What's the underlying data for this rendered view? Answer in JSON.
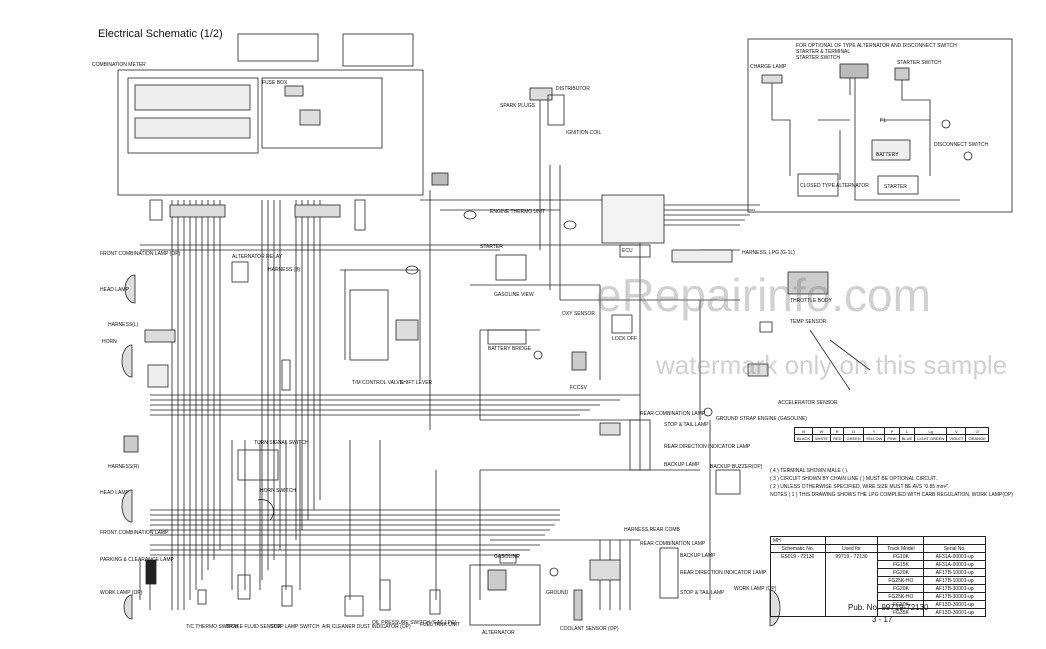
{
  "title": "Electrical Schematic (1/2)",
  "watermark": {
    "site": "eRepairinfo.com",
    "note": "watermark only on this sample"
  },
  "inset": {
    "caption": "FOR OPTIONAL OF TYPE ALTERNATOR AND DISCONNECT SWITCH",
    "caption2": "STARTER & TERMINAL",
    "caption3": "STARTER SWITCH",
    "labels": {
      "charge_lamp": "CHARGE LAMP",
      "starter_switch": "STARTER SWITCH",
      "battery": "BATTERY",
      "disconnect_switch": "DISCONNECT SWITCH",
      "closed_alternator": "CLOSED TYPE ALTERNATOR",
      "starter": "STARTER",
      "fuse": "F.L"
    }
  },
  "labels": {
    "front_combination_lamp_top": "FRONT COMBINATION LAMP (OP)",
    "head_lamp_top": "HEAD LAMP",
    "harness_top": "HARNESS(L)",
    "horn": "HORN",
    "harness_mid": "HARNESS(R)",
    "head_lamp_bottom": "HEAD LAMP",
    "front_combination_lamp_bottom": "FRONT COMBINATION LAMP",
    "parking_lamp": "PARKING & CLEARANCE LAMP",
    "work_lamp_left": "WORK LAMP (OP)",
    "alternator_relay": "ALTERNATOR RELAY",
    "harness_b": "HARNESS (B)",
    "turn_signal_switch": "TURN SIGNAL SWITCH",
    "horn_switch": "HORN SWITCH",
    "tm_control_valve": "T/M CONTROL VALVE",
    "shift_lever": "SHIFT LEVER",
    "engine_thermo_unit": "ENGINE THERMO UNIT",
    "starter": "STARTER",
    "gasoline_view": "GASOLINE VIEW",
    "battery_bridge": "BATTERY BRIDGE",
    "spark_plugs": "SPARK PLUGS",
    "distributor": "DISTRIBUTOR",
    "ignition_coil": "IGNITION COIL",
    "ecu": "ECU",
    "harness_lpg": "HARNESS, LPG (G-1L)",
    "throttle_body": "THROTTLE BODY",
    "temp_sensor": "TEMP SENSOR",
    "oxy_sensor": "OXY SENSOR",
    "lock_off": "LOCK OFF",
    "fccsv": "FCCSV",
    "accelerator_sensor": "ACCELERATOR SENSOR",
    "rear_combination_lamp": "REAR COMBINATION LAMP",
    "stop_tail_lamp": "STOP & TAIL LAMP",
    "rear_direction_indicator": "REAR DIRECTION INDICATOR LAMP",
    "backup_lamp": "BACKUP LAMP",
    "backup_buzzer": "BACKUP BUZZER(OP)",
    "ground_strap": "GROUND STRAP ENGINE (GASOLINE)",
    "harness_rear_comb": "HARNESS,REAR COMB",
    "rear_combination_lamp_2": "REAR COMBINATION LAMP",
    "backup_lamp_2": "BACKUP LAMP",
    "rear_direction_2": "REAR DIRECTION INDICATOR LAMP",
    "stop_tail_2": "STOP & TAIL LAMP",
    "work_lamp_right": "WORK LAMP (OP)",
    "gasoline": "GASOLINE",
    "ground": "GROUND",
    "alternator": "ALTERNATOR",
    "coolant_sensor": "COOLANT SENSOR (OP)",
    "fuel_tank_unit": "FUEL TANK UNIT",
    "oil_pressure_switch": "OIL PRESSURE SWITCH (GAS.LPG)",
    "air_cleaner_indicator": "AIR CLEANER DUST INDICATOR (OP)",
    "stop_lamp_switch": "STOP LAMP SWITCH",
    "brake_fluid_sensor": "BRAKE FLUID SENSOR",
    "tc_thermo_switch": "T/C THERMO SWITCH",
    "combination_meter": "COMBINATION METER",
    "fuse_box": "FUSE BOX"
  },
  "notes": [
    "( 4 )  TERMINAL SHOWN MALE ( ).",
    "( 3 )  CIRCUIT SHOWN BY CHAIN LINE (        ) MUST BE OPTIONAL CIRCUIT.",
    "( 2 )  UNLESS OTHERWISE SPECIFIED, WIRE SIZE MUST BE AVS \"0.85 mm²\".",
    "NOTES   ( 1 )  THIS DRAWING SHOWS THE LPG COMPLIED WITH CARB REGULATION, WORK LAMP(OP)"
  ],
  "color_code": {
    "codes": [
      "B",
      "W",
      "R",
      "G",
      "Y",
      "P",
      "L",
      "Lg",
      "V",
      "O"
    ],
    "names": [
      "BLACK",
      "WHITE",
      "RED",
      "GREEN",
      "YELLOW",
      "PINK",
      "BLUE",
      "LIGHT GREEN",
      "VIOLET",
      "ORANGE"
    ]
  },
  "model_table": {
    "corner": "MH",
    "headers": [
      "Schematic No.",
      "Used for",
      "Truck Model",
      "Serial No."
    ],
    "schematic_no": "ES019 - 72130",
    "used_for": "99719 - 72130",
    "rows": [
      {
        "model": "FG10K",
        "serial": "AF31A-00001-up"
      },
      {
        "model": "FG15K",
        "serial": "AF31A-00001-up"
      },
      {
        "model": "FG20K",
        "serial": "AF17B-10001-up"
      },
      {
        "model": "FG25K-HO",
        "serial": "AF17B-10001-up"
      },
      {
        "model": "FG20K",
        "serial": "AF17B-30001-up"
      },
      {
        "model": "FG25K-HO",
        "serial": "AF17B-30001-up"
      },
      {
        "model": "FG30K",
        "serial": "AF13D-30001-up"
      },
      {
        "model": "FG35K",
        "serial": "AF13D-30001-up"
      }
    ]
  },
  "publication": "Pub. No. 99719-72130",
  "page": "3 - 17"
}
